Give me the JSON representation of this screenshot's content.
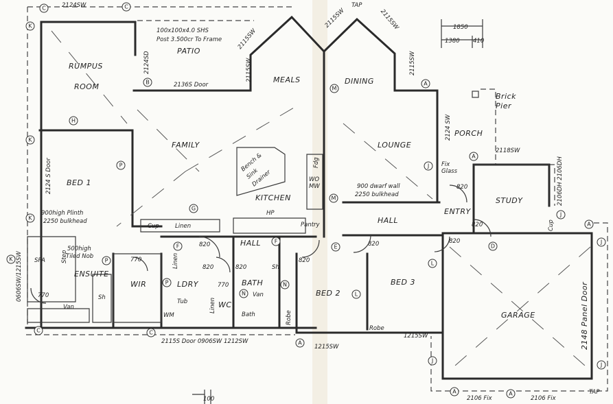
{
  "rooms": {
    "rumpus": "RUMPUS",
    "rumpus2": "ROOM",
    "patio": "PATIO",
    "family": "FAMILY",
    "meals": "MEALS",
    "dining": "DINING",
    "lounge": "LOUNGE",
    "porch": "PORCH",
    "study": "STUDY",
    "bed1": "BED 1",
    "kitchen": "KITCHEN",
    "hall1": "HALL",
    "hall2": "HALL",
    "entry": "ENTRY",
    "ensuite": "ENSUITE",
    "wir": "WIR",
    "ldry": "LDRY",
    "bath": "BATH",
    "wc": "WC",
    "bed2": "BED 2",
    "bed3": "BED 3",
    "garage": "GARAGE",
    "spa": "SPA"
  },
  "fixtures": {
    "cup1": "Cup",
    "cup2": "Cup",
    "linen1": "Linen",
    "linen2": "Linen",
    "linen3": "Linen",
    "tub": "Tub",
    "wm": "WM",
    "van1": "Van",
    "van2": "Van",
    "sh1": "Sh",
    "sh2": "Sh",
    "bathtub": "Bath",
    "robe1": "Robe",
    "robe2": "Robe",
    "fdg": "Fdg",
    "wo": "WO",
    "mw": "MW",
    "hp": "HP",
    "pantry": "Pantry",
    "bench": "Bench &",
    "sink": "Sink",
    "drainer": "Drainer",
    "step": "Step"
  },
  "notes": {
    "post1": "100x100x4.0 SHS",
    "post2": "Post 3.500cr To Frame",
    "plinth1": "900high Plinth",
    "plinth2": "2250 bulkhead",
    "nob1": "500high",
    "nob2": "Tiled Nob",
    "dwarf1": "900 dwarf wall",
    "dwarf2": "2250 bulkhead",
    "glass1": "Fix",
    "glass2": "Glass",
    "pier1": "Brick",
    "pier2": "Pier",
    "tap1": "TAP",
    "tap2": "TAP"
  },
  "openings": {
    "top_rumpus": "2124SW",
    "rumpus_sd": "2124SD",
    "patio_door": "2136S Door",
    "meals_sw1": "2115SW",
    "meals_sw2": "2115SW",
    "dining_sw1": "2115SW",
    "dining_sw2": "2115SW",
    "dining_sw3": "2115SW",
    "porch_sw": "2124 SW",
    "study_sw": "2118SW",
    "study_dh": "2106DH 2106DH",
    "bed1_door": "2124 S Door",
    "ensuite_sw": "0606SW/1215SW",
    "bottom_row": "2115S Door  0906SW  1212SW",
    "bed2_sw": "1215SW",
    "bed3_sw": "1215SW",
    "garage_fix1": "2106 Fix",
    "garage_fix2": "2106 Fix",
    "garage_door": "2148 Panel Door"
  },
  "doors": [
    "820",
    "820",
    "820",
    "820",
    "820",
    "820",
    "820",
    "820",
    "770",
    "770",
    "770"
  ],
  "dimensions": {
    "d1": "1850",
    "d2": "1380",
    "d3": "410",
    "d4": "100"
  },
  "markers": [
    "C",
    "C",
    "K",
    "K",
    "K",
    "K",
    "B",
    "H",
    "P",
    "G",
    "F",
    "F",
    "M",
    "M",
    "A",
    "A",
    "A",
    "A",
    "A",
    "A",
    "J",
    "J",
    "J",
    "J",
    "J",
    "L",
    "L",
    "D",
    "E",
    "N",
    "N",
    "C",
    "C",
    "P",
    "P"
  ]
}
